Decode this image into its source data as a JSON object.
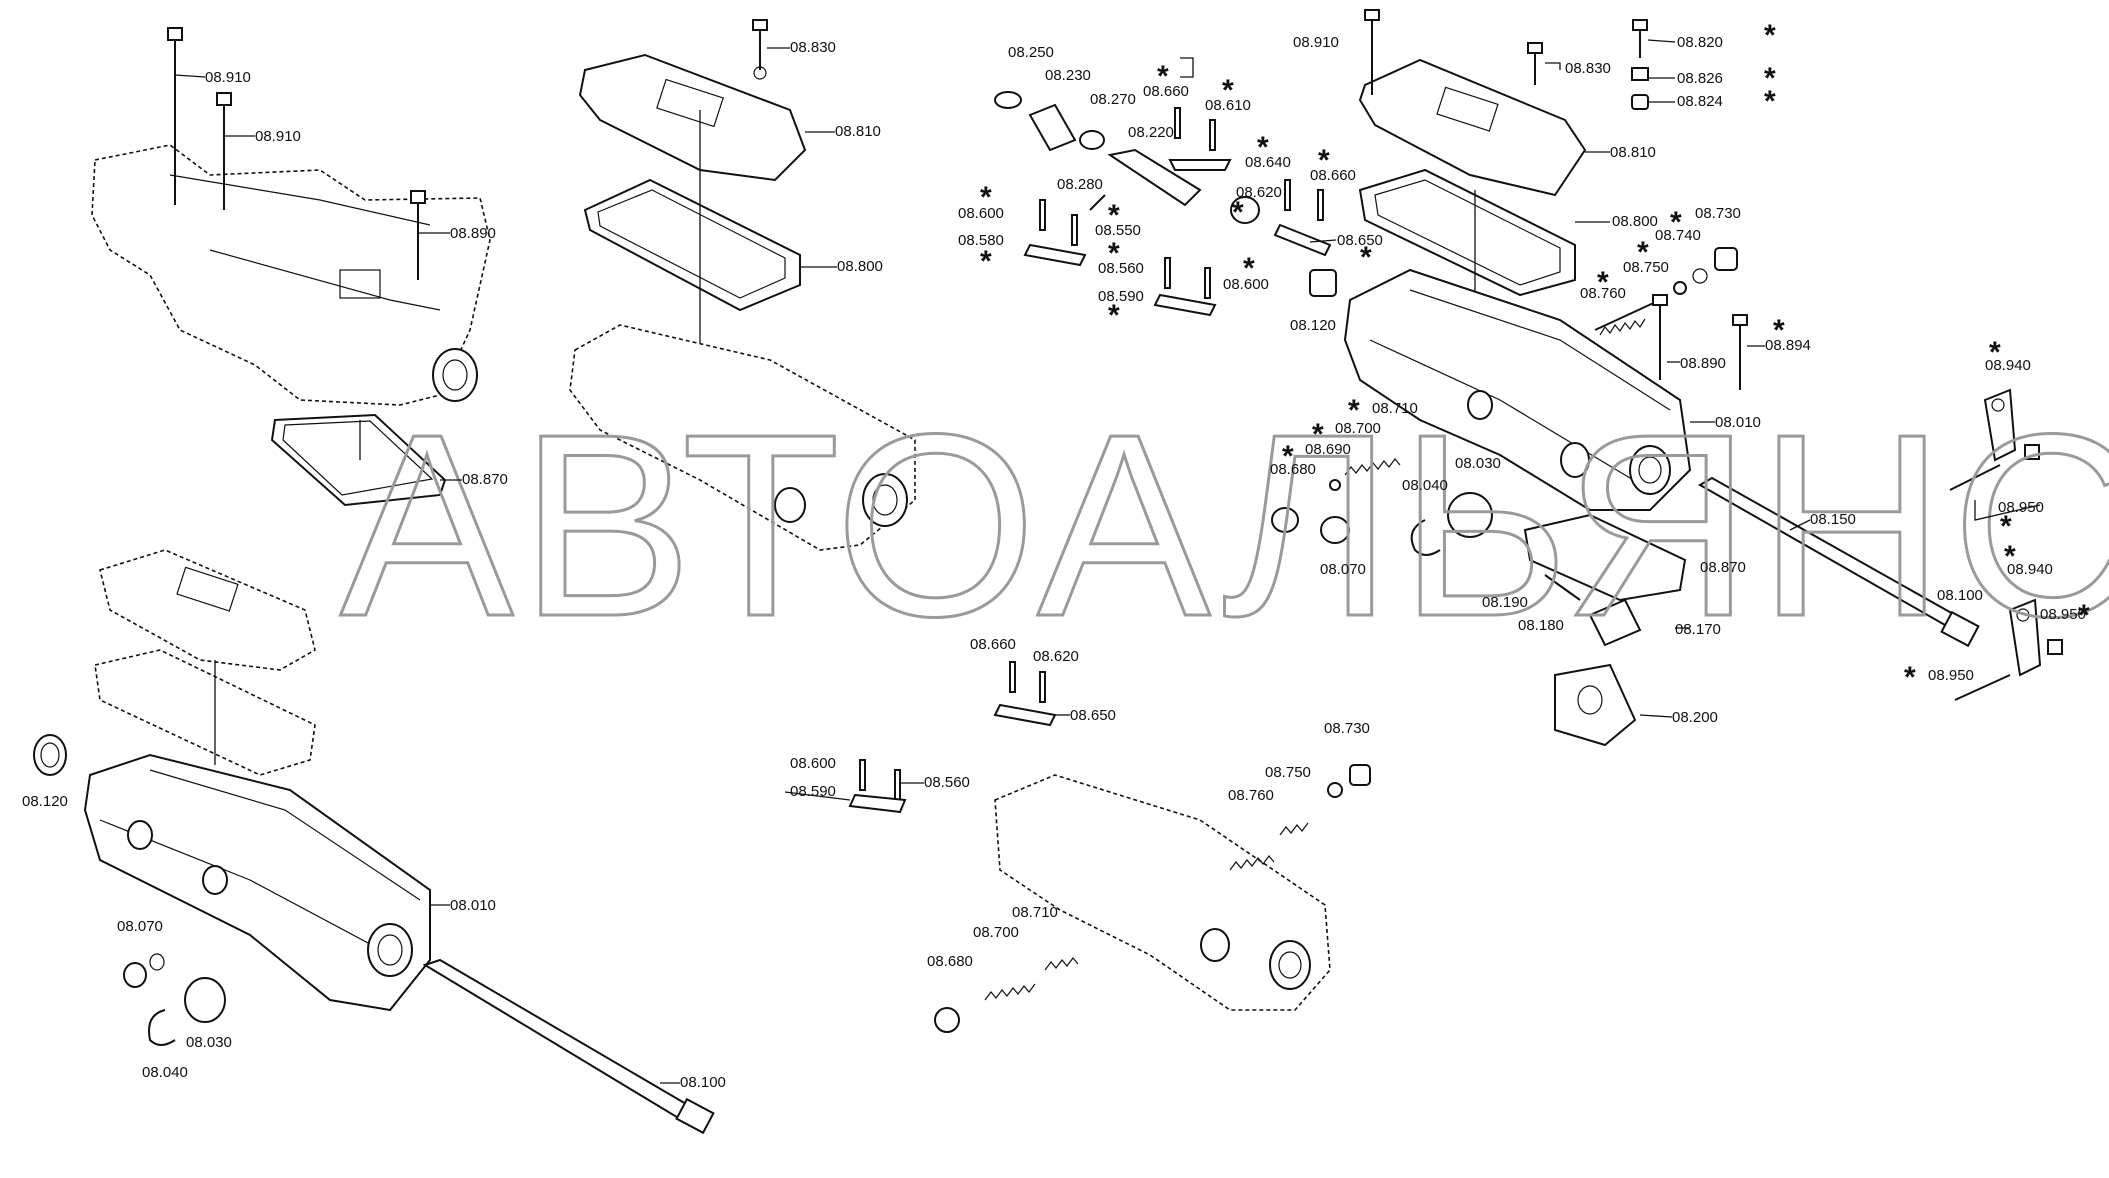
{
  "watermark": "АВТОАЛЬЯНС",
  "star_symbol": "*",
  "labels": {
    "l01": "08.910",
    "l02": "08.910",
    "l03": "08.890",
    "l04": "08.870",
    "l05": "08.830",
    "l06": "08.810",
    "l07": "08.800",
    "l08": "08.120",
    "l09": "08.010",
    "l10": "08.070",
    "l11": "08.030",
    "l12": "08.040",
    "l13": "08.100",
    "l14": "08.250",
    "l15": "08.230",
    "l16": "08.270",
    "l17": "08.220",
    "l18": "08.280",
    "l19": "08.660",
    "l20": "08.610",
    "l21": "08.640",
    "l22": "08.620",
    "l23": "08.660",
    "l24": "08.650",
    "l25": "08.600",
    "l26": "08.580",
    "l27": "08.550",
    "l28": "08.560",
    "l29": "08.590",
    "l30": "08.600",
    "l31": "08.120",
    "l32": "08.910",
    "l33": "08.820",
    "l34": "08.830",
    "l35": "08.826",
    "l36": "08.824",
    "l37": "08.810",
    "l38": "08.800",
    "l39": "08.730",
    "l40": "08.740",
    "l41": "08.750",
    "l42": "08.760",
    "l43": "08.890",
    "l44": "08.894",
    "l45": "08.010",
    "l46": "08.710",
    "l47": "08.700",
    "l48": "08.690",
    "l49": "08.680",
    "l50": "08.040",
    "l51": "08.030",
    "l52": "08.070",
    "l53": "08.150",
    "l54": "08.870",
    "l55": "08.190",
    "l56": "08.180",
    "l57": "08.170",
    "l58": "08.200",
    "l59": "08.940",
    "l60": "08.950",
    "l61": "08.940",
    "l62": "08.100",
    "l63": "08.950",
    "l64": "08.950",
    "l65": "08.660",
    "l66": "08.620",
    "l67": "08.650",
    "l68": "08.600",
    "l69": "08.590",
    "l70": "08.560",
    "l71": "08.730",
    "l72": "08.750",
    "l73": "08.760",
    "l74": "08.710",
    "l75": "08.700",
    "l76": "08.680"
  }
}
